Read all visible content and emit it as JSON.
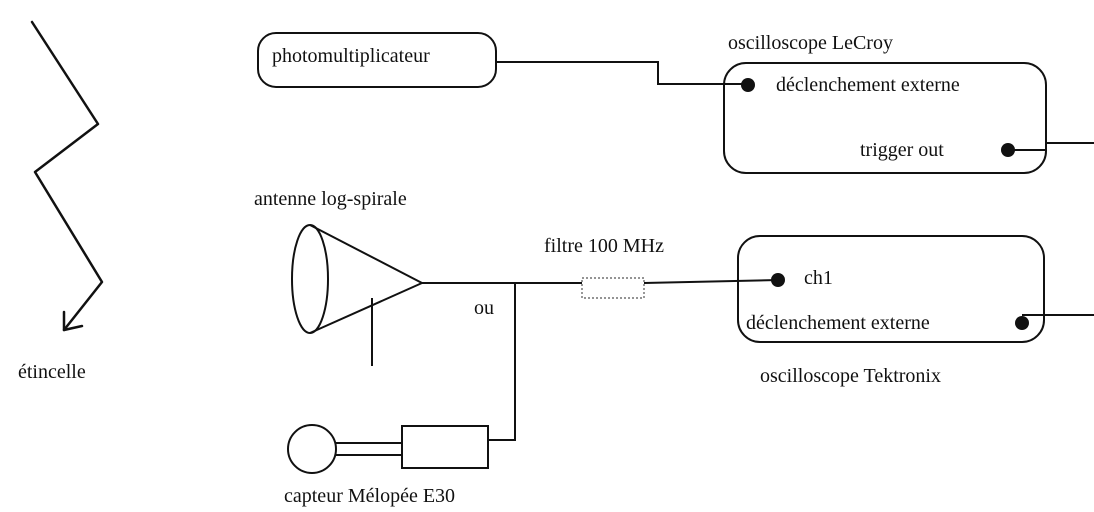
{
  "labels": {
    "etincelle": "étincelle",
    "photomultiplier": "photomultiplicateur",
    "lecroy_title": "oscilloscope LeCroy",
    "lecroy_ext_trigger": "déclenchement externe",
    "lecroy_trigger_out": "trigger out",
    "antenna": "antenne log-spirale",
    "or": "ou",
    "filter": "filtre 100 MHz",
    "tek_ch1": "ch1",
    "tek_ext_trigger": "déclenchement externe",
    "tek_title": "oscilloscope Tektronix",
    "sensor": "capteur Mélopée E30"
  },
  "colors": {
    "ink": "#111111",
    "background": "#ffffff",
    "filter_stroke": "#555555"
  }
}
